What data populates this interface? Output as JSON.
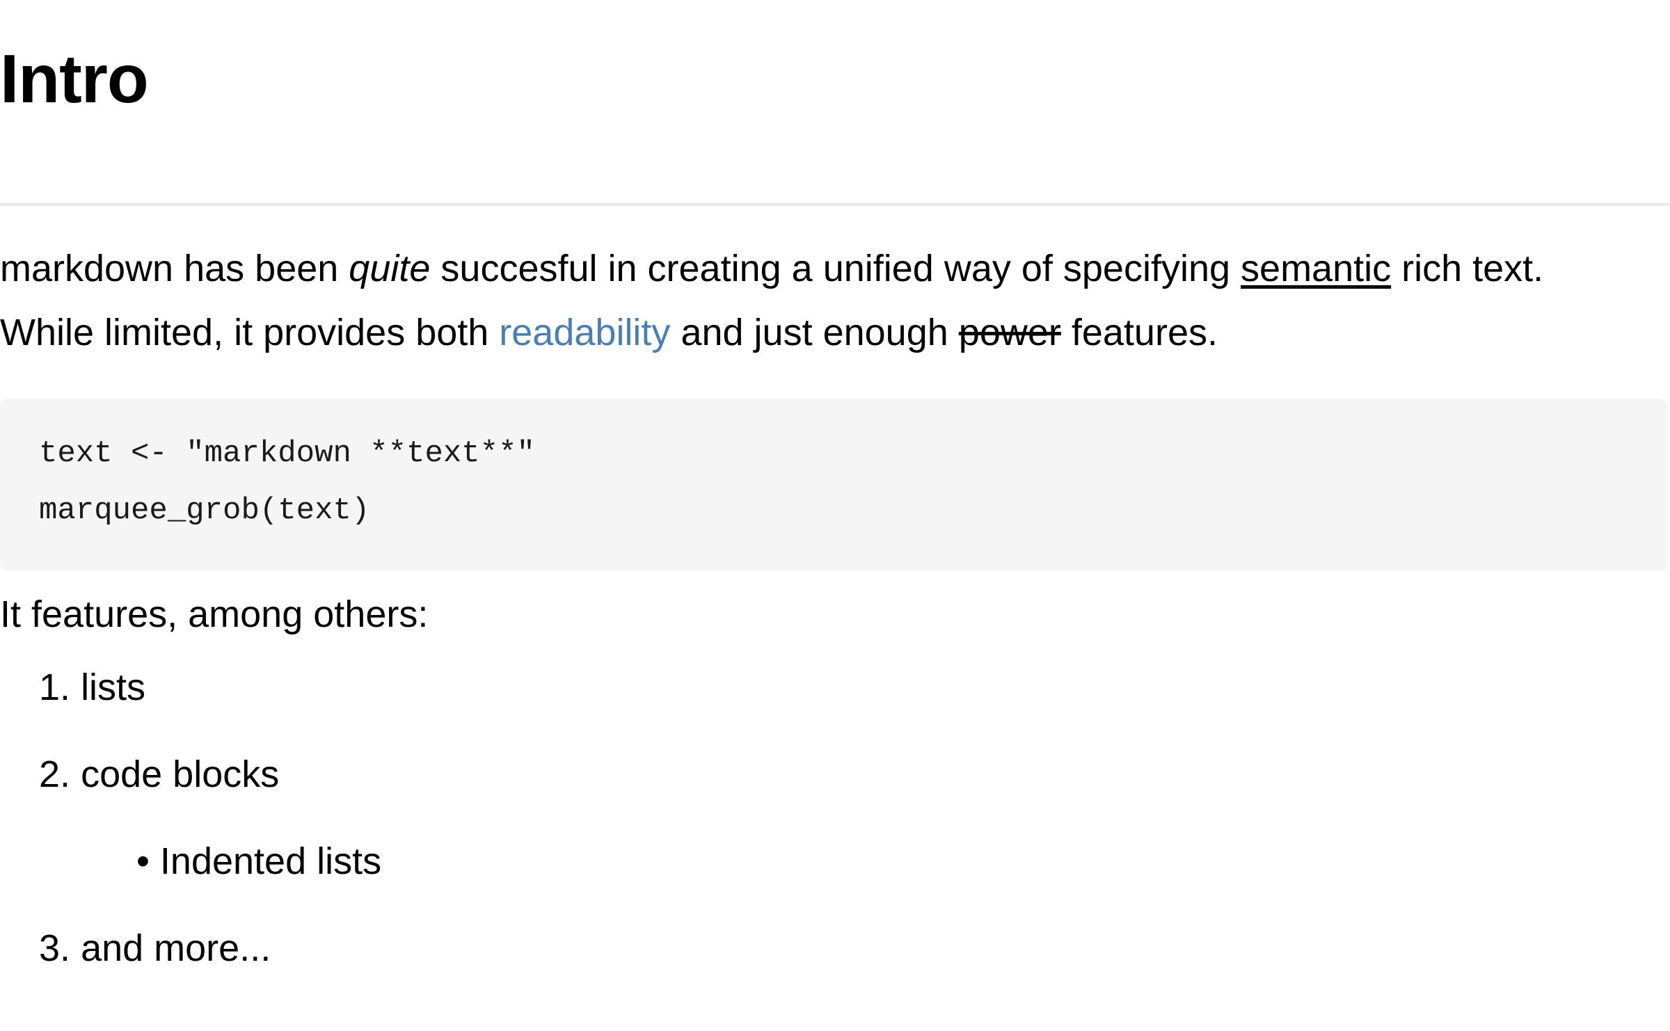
{
  "document": {
    "title": "Intro",
    "divider": true,
    "paragraph": {
      "lines": [
        {
          "segments": [
            {
              "text": "markdown has been ",
              "style": "plain"
            },
            {
              "text": "quite",
              "style": "italic"
            },
            {
              "text": " succesful in creating a unified way of specifying ",
              "style": "plain"
            },
            {
              "text": "semantic",
              "style": "underline"
            },
            {
              "text": " rich text.",
              "style": "plain"
            }
          ]
        },
        {
          "segments": [
            {
              "text": "While limited, it provides both ",
              "style": "plain"
            },
            {
              "text": "readability",
              "style": "link"
            },
            {
              "text": " and just enough ",
              "style": "plain"
            },
            {
              "text": "power",
              "style": "strikethrough"
            },
            {
              "text": " features.",
              "style": "plain"
            }
          ]
        }
      ]
    },
    "code_block": {
      "language": "r",
      "lines": [
        "text <- \"markdown **text**\"",
        "marquee_grob(text)"
      ]
    },
    "list_intro": "It features, among others:",
    "list": {
      "items": [
        {
          "marker": "1.",
          "label": "lists",
          "level": 1
        },
        {
          "marker": "2.",
          "label": "code blocks",
          "level": 1
        },
        {
          "marker": "•",
          "label": "Indented lists",
          "level": 2
        },
        {
          "marker": "3.",
          "label": "and more...",
          "level": 1
        }
      ]
    }
  },
  "colors": {
    "background": "#ffffff",
    "text": "#000000",
    "link": "#4a7fb5",
    "code_background": "#f5f5f5",
    "code_text": "#1a1a1a",
    "divider": "#ebebeb"
  }
}
